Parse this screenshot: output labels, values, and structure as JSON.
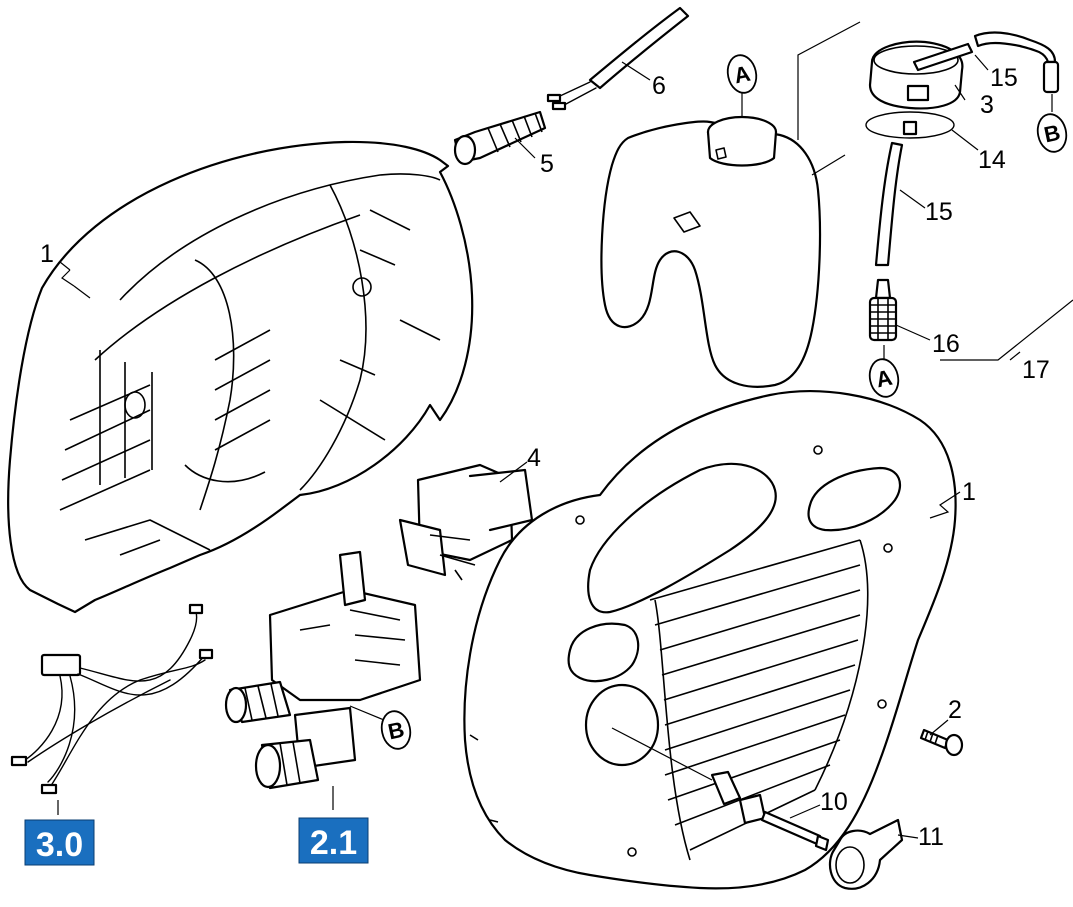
{
  "colors": {
    "badge": "#1a6fbf",
    "line": "#000000",
    "background": "#ffffff"
  },
  "callouts": [
    {
      "id": "1a",
      "label": "1"
    },
    {
      "id": "1b",
      "label": "1"
    },
    {
      "id": "2",
      "label": "2"
    },
    {
      "id": "3",
      "label": "3"
    },
    {
      "id": "4",
      "label": "4"
    },
    {
      "id": "5",
      "label": "5"
    },
    {
      "id": "6",
      "label": "6"
    },
    {
      "id": "10",
      "label": "10"
    },
    {
      "id": "11",
      "label": "11"
    },
    {
      "id": "14",
      "label": "14"
    },
    {
      "id": "15a",
      "label": "15"
    },
    {
      "id": "15b",
      "label": "15"
    },
    {
      "id": "16",
      "label": "16"
    },
    {
      "id": "17",
      "label": "17"
    }
  ],
  "references": [
    {
      "id": "a-top",
      "label": "A"
    },
    {
      "id": "a-bottom",
      "label": "A"
    },
    {
      "id": "b-right",
      "label": "B"
    },
    {
      "id": "b-center",
      "label": "B"
    }
  ],
  "badges": [
    {
      "id": "cable",
      "label": "3.0"
    },
    {
      "id": "valve",
      "label": "2.1"
    }
  ]
}
